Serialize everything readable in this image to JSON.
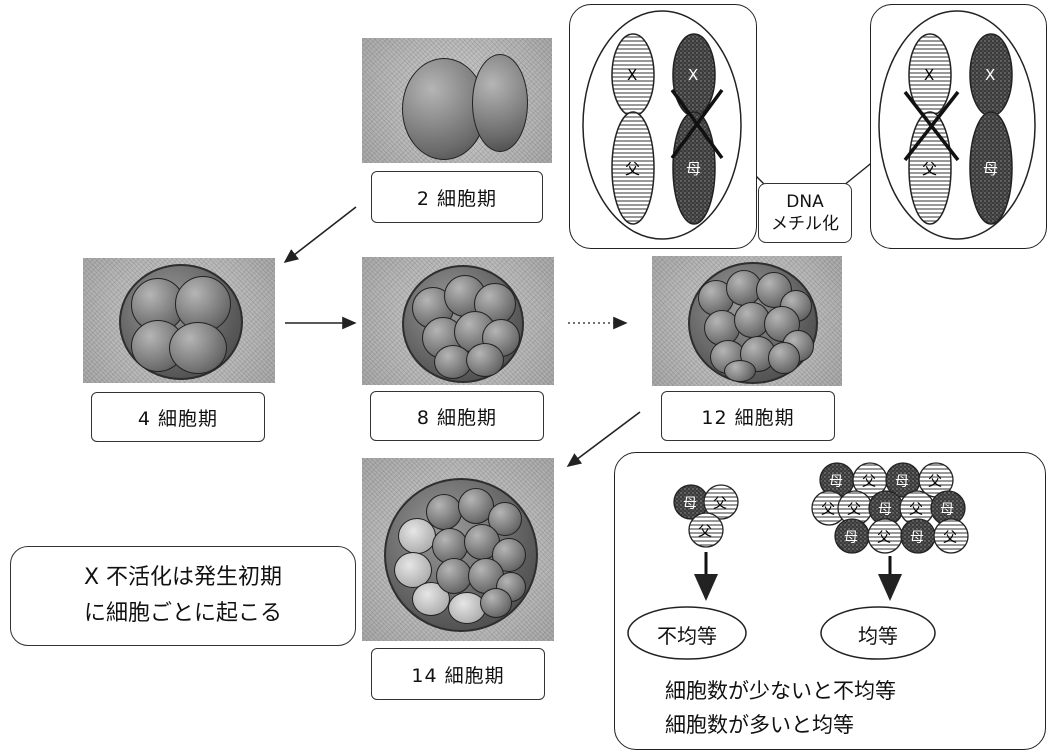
{
  "stages": {
    "stage2": "2 細胞期",
    "stage4": "4 細胞期",
    "stage8": "8 細胞期",
    "stage12": "12 細胞期",
    "stage14": "14 細胞期"
  },
  "chromosomes": {
    "x": "X",
    "father": "父",
    "mother": "母"
  },
  "methylation": {
    "line1": "DNA",
    "line2": "メチル化"
  },
  "note": {
    "line1": "X 不活化は発生初期",
    "line2": "に細胞ごとに起こる"
  },
  "ratio": {
    "uneven": "不均等",
    "even": "均等",
    "caption1": "細胞数が少ないと不均等",
    "caption2": "細胞数が多いと均等"
  },
  "colors": {
    "stroke": "#222222",
    "hatch": "#5b5b5b"
  }
}
